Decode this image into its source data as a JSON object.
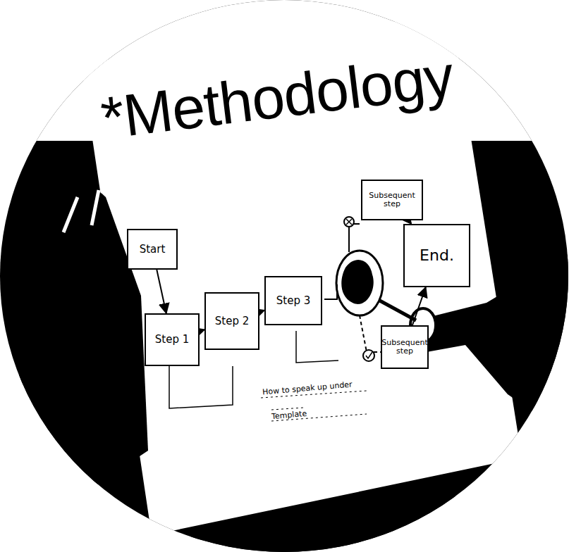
{
  "diagram": {
    "title": "*Methodology",
    "nodes": [
      {
        "text": [
          "Start"
        ]
      },
      {
        "text": [
          "Step 1"
        ]
      },
      {
        "text": [
          "Step 2"
        ]
      },
      {
        "text": [
          "Step 3"
        ]
      },
      {
        "text": [
          "Subsequent step"
        ]
      },
      {
        "text": [
          "End."
        ]
      },
      {
        "text": [
          "Subsequent step"
        ]
      }
    ],
    "edges": [
      {
        "from": 0,
        "to": 1,
        "arrow": "to"
      },
      {
        "from": 1,
        "to": 2,
        "arrow": "to"
      },
      {
        "from": 2,
        "to": 3,
        "arrow": "to"
      },
      {
        "from": 4,
        "to": 5,
        "arrow": "to"
      },
      {
        "from": 6,
        "to": 5,
        "arrow": "to"
      }
    ],
    "labels": [
      "How to speak up under",
      "Template"
    ]
  }
}
